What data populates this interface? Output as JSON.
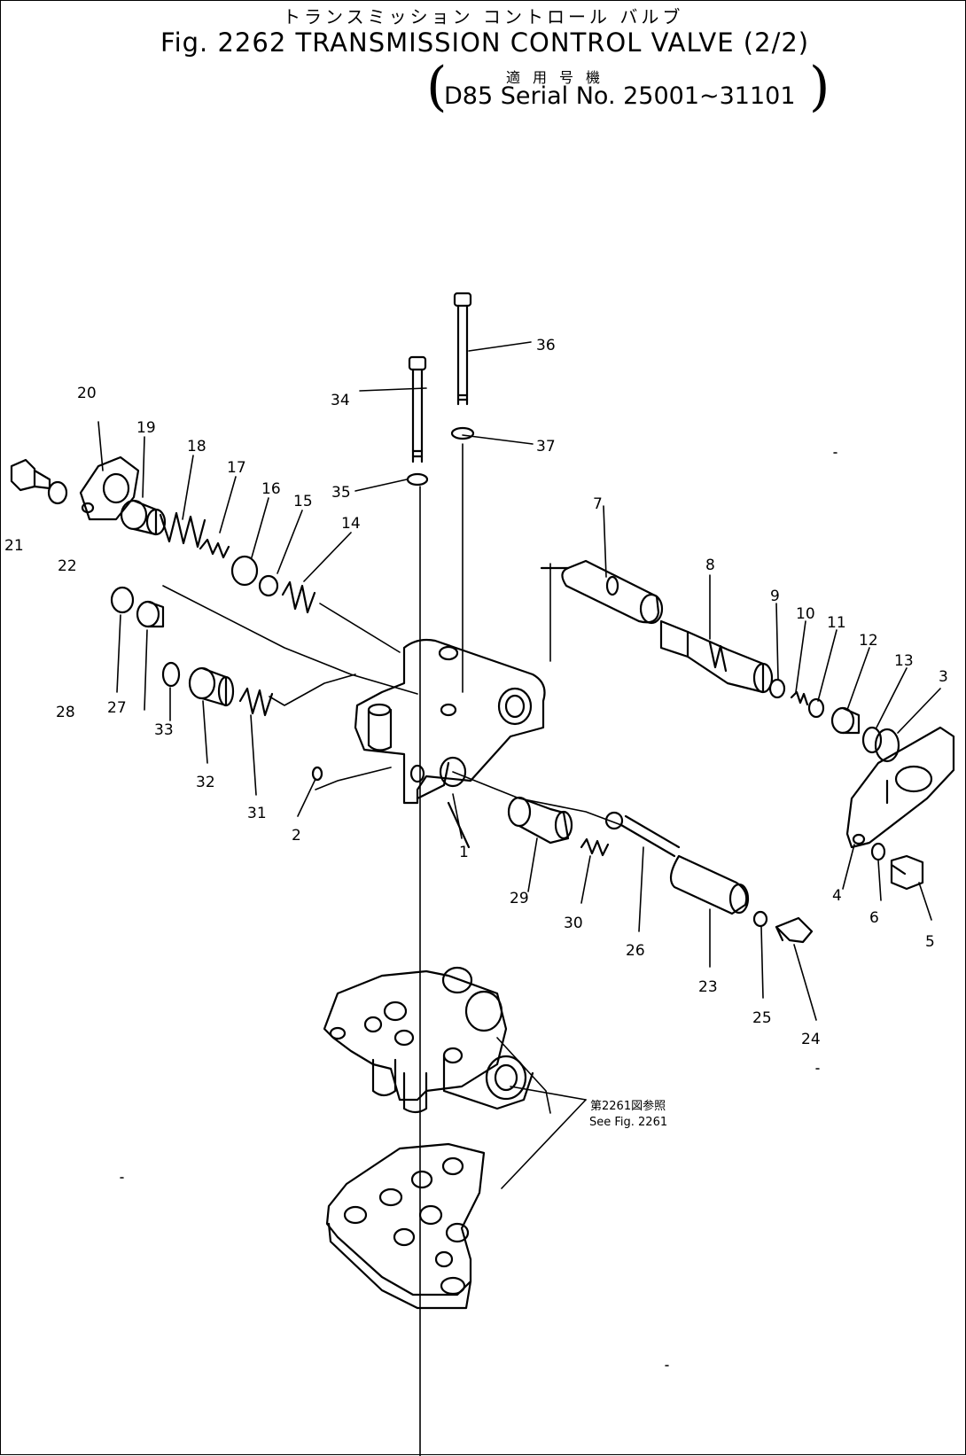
{
  "header": {
    "jp_title": "トランスミッション コントロール バルブ",
    "fig_title": "Fig. 2262 TRANSMISSION CONTROL VALVE (2/2)",
    "applicability_jp": "適用号機",
    "serial": "D85 Serial No. 25001~31101"
  },
  "parts": [
    "1",
    "2",
    "3",
    "4",
    "5",
    "6",
    "7",
    "8",
    "9",
    "10",
    "11",
    "12",
    "13",
    "14",
    "15",
    "16",
    "17",
    "18",
    "19",
    "20",
    "21",
    "22",
    "23",
    "24",
    "25",
    "26",
    "27",
    "28",
    "29",
    "30",
    "31",
    "32",
    "33",
    "34",
    "35",
    "36",
    "37"
  ],
  "reference": {
    "jp": "第2261図参照",
    "en": "See Fig. 2261"
  }
}
